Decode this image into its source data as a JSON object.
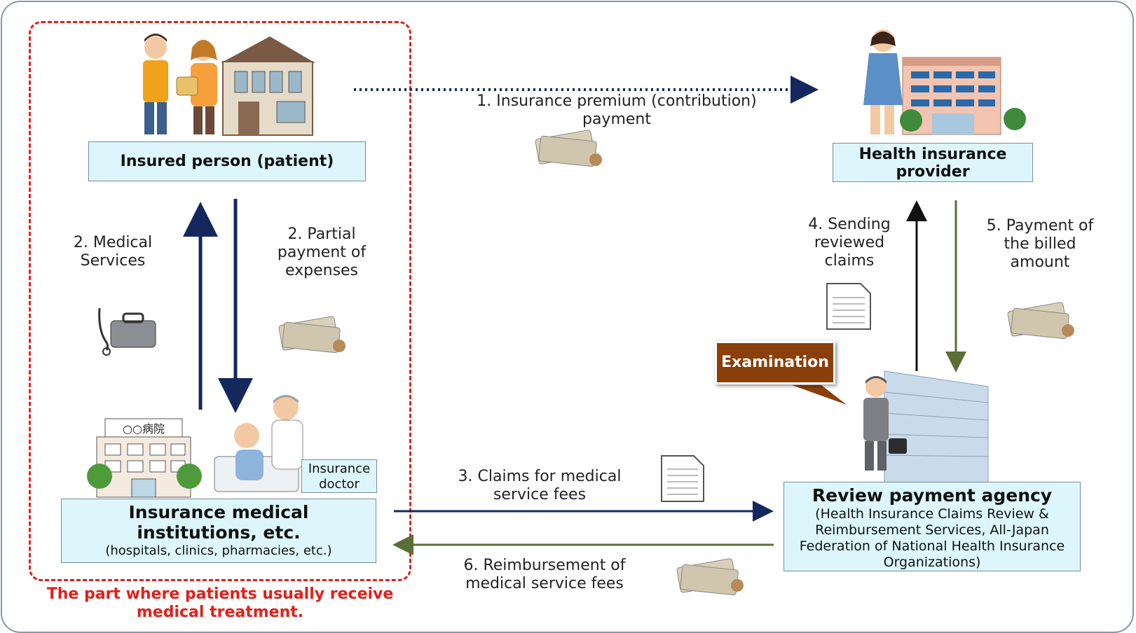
{
  "labels": {
    "insured_person": "Insured person (patient)",
    "health_insurance_provider": "Health insurance provider",
    "insurance_medical_title": "Insurance medical institutions, etc.",
    "insurance_medical_sub": "(hospitals, clinics, pharmacies, etc.)",
    "insurance_doctor": "Insurance doctor",
    "hospital_sign": "○○病院",
    "review_agency_title": "Review payment agency",
    "review_agency_sub": "(Health Insurance Claims Review & Reimbursement Services,  All-Japan Federation of National Health Insurance Organizations)",
    "examination": "Examination",
    "red_note": "The part where patients usually receive medical treatment."
  },
  "flows": {
    "f1": "1. Insurance premium (contribution) payment",
    "f2_services": "2. Medical Services",
    "f2_partial": "2. Partial payment of expenses",
    "f3": "3. Claims for medical service fees",
    "f4": "4. Sending reviewed claims",
    "f5": "5. Payment of the billed amount",
    "f6": "6. Reimbursement of medical service fees"
  },
  "icons": [
    "family-house-icon",
    "office-lady-building-icon",
    "hospital-building-icon",
    "doctor-patient-icon",
    "agency-building-icon",
    "money-icon",
    "document-icon",
    "medical-bag-icon"
  ],
  "colors": {
    "navy_arrow": "#14285e",
    "olive_arrow": "#5b6e35",
    "black_arrow": "#111111",
    "red_dashed": "#e0201a",
    "box_fill": "#dcf6fb",
    "exam_fill": "#8b3f0a"
  }
}
